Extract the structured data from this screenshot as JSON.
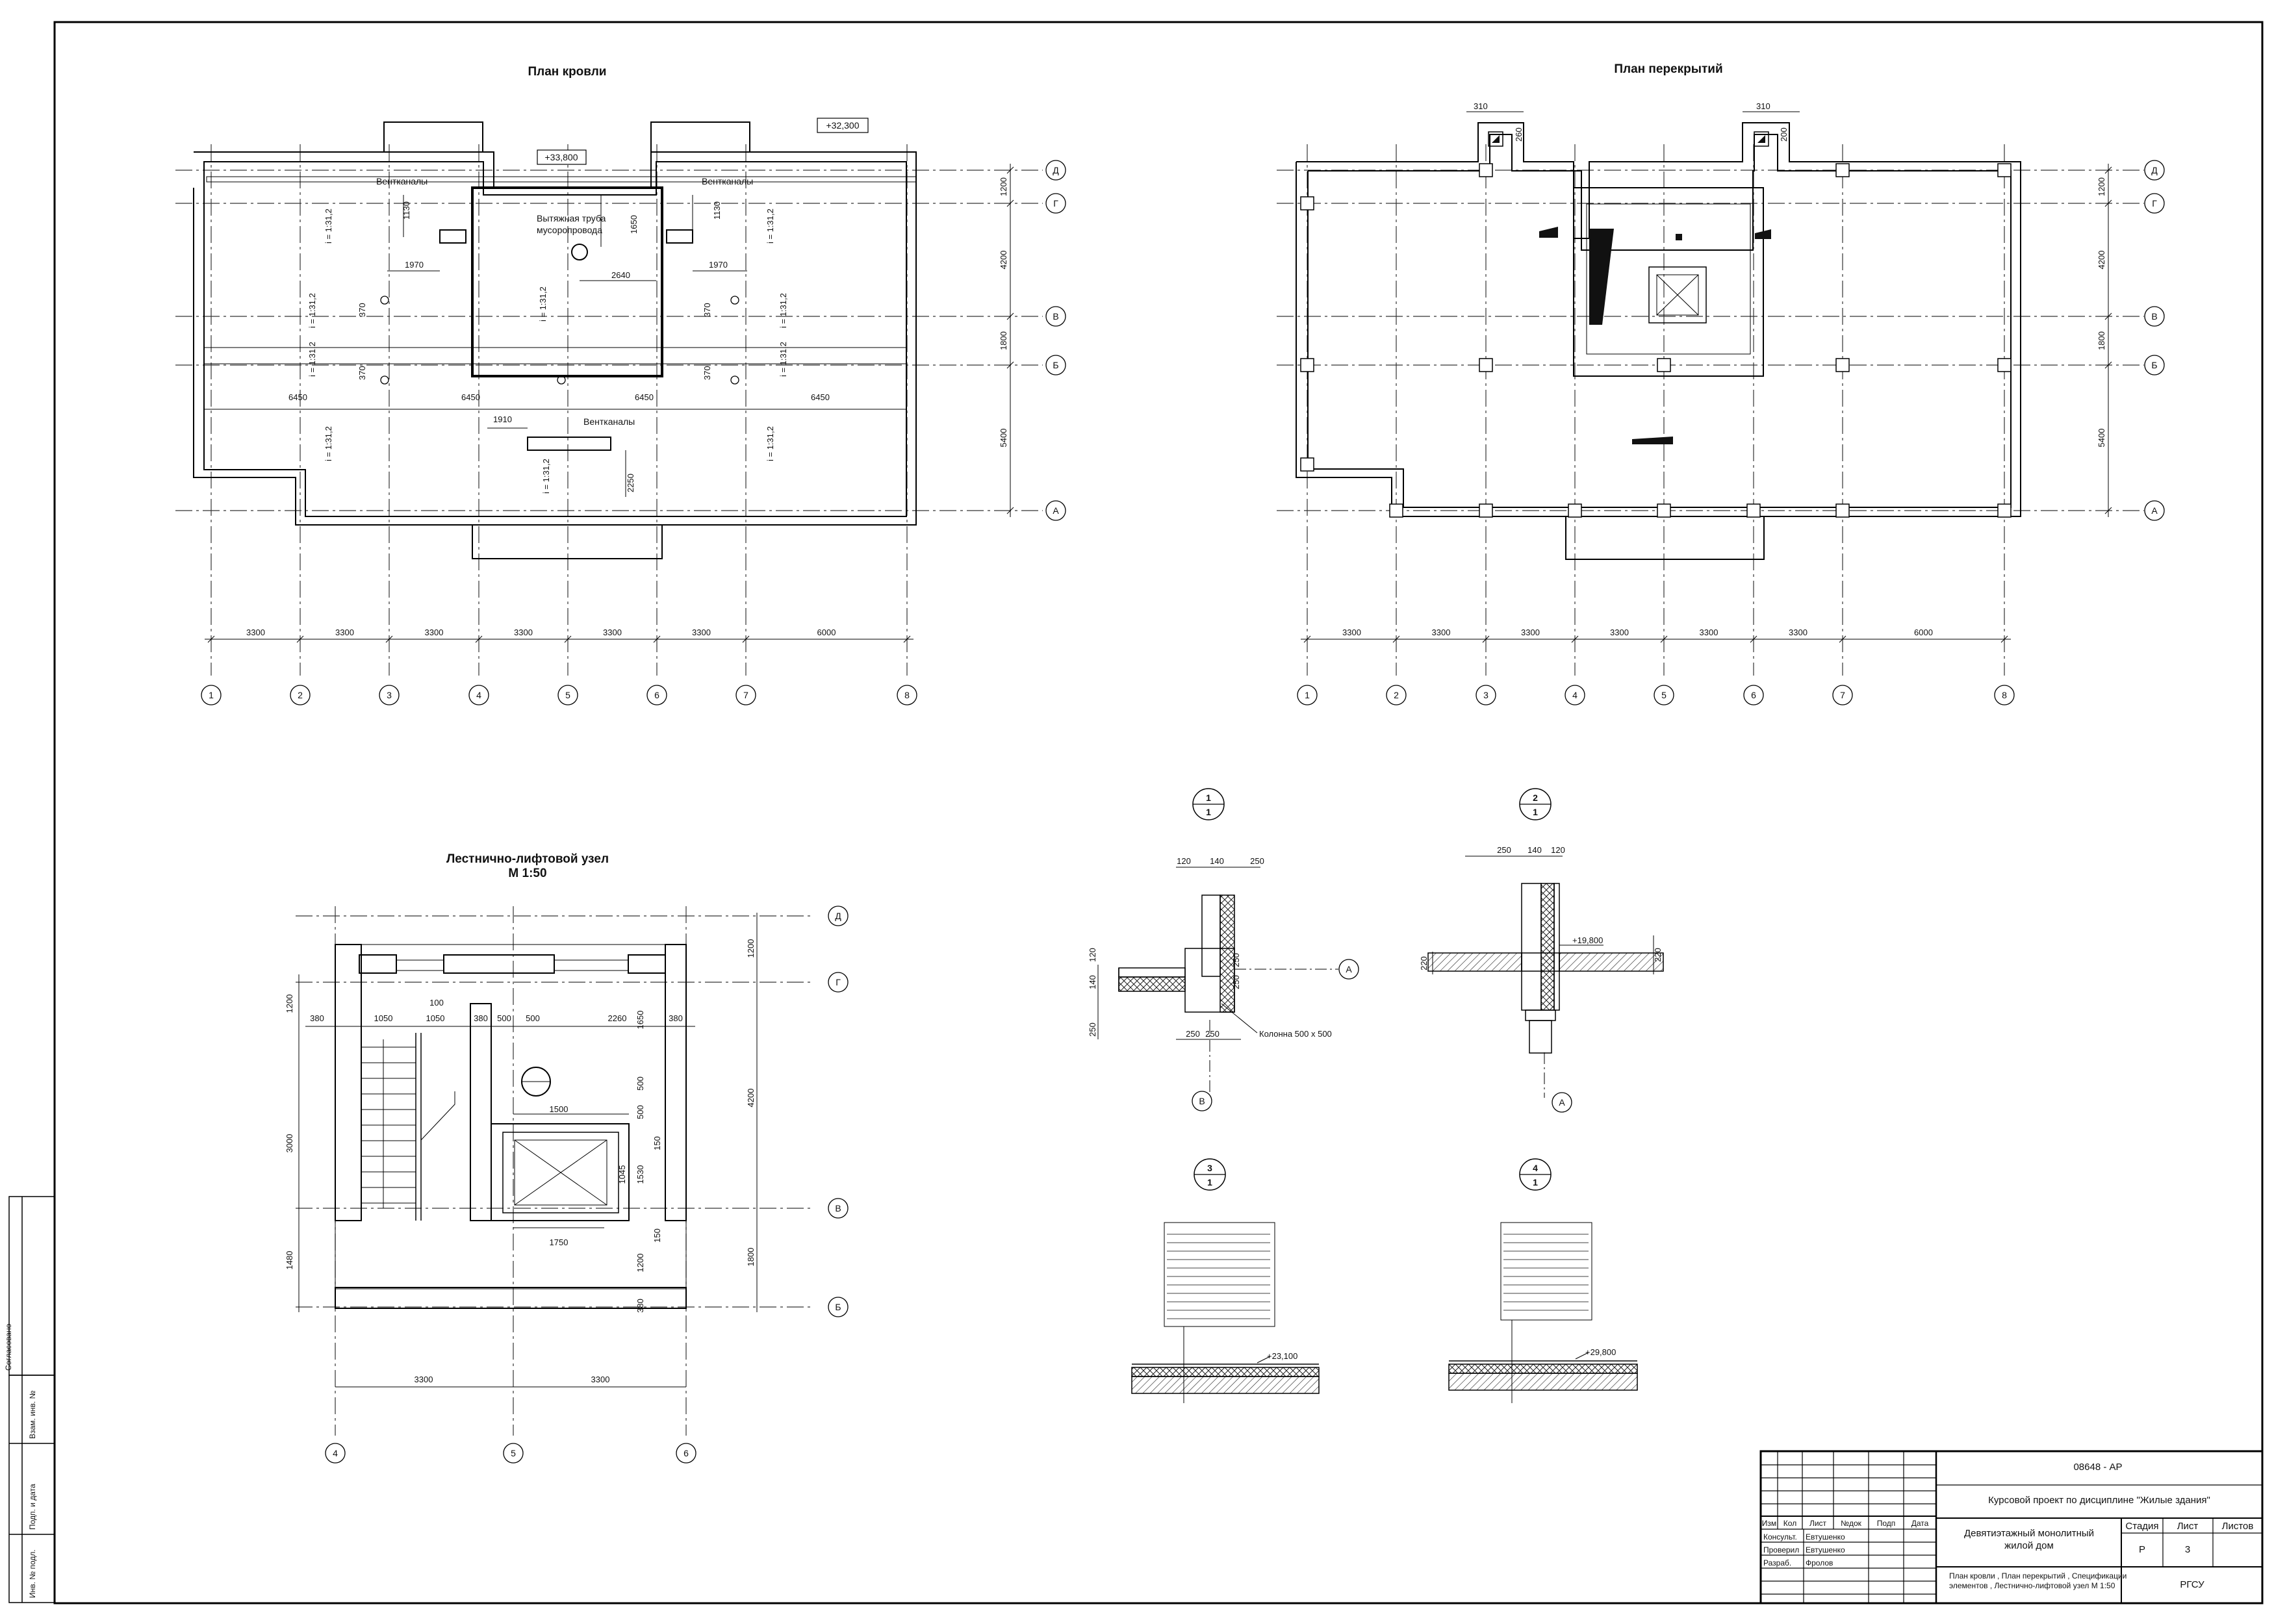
{
  "titles": {
    "roof_plan": "План кровли",
    "floor_plan": "План перекрытий",
    "stair_node": "Лестнично-лифтовой узел",
    "stair_scale": "М 1:50"
  },
  "axes": {
    "cols": [
      "1",
      "2",
      "3",
      "4",
      "5",
      "6",
      "7",
      "8"
    ],
    "rows": [
      "Д",
      "Г",
      "В",
      "Б",
      "А"
    ],
    "col_dims": [
      "3300",
      "3300",
      "3300",
      "3300",
      "3300",
      "3300",
      "6000"
    ],
    "row_dims": [
      "1200",
      "4200",
      "1800",
      "5400"
    ]
  },
  "roof": {
    "elev_top": "+33,800",
    "elev_main": "+32,300",
    "vent_label": "Вентканалы",
    "pipe_label_1": "Вытяжная труба",
    "pipe_label_2": "мусоропровода",
    "slope": "i = 1:31,2",
    "dims": {
      "d1130": "1130",
      "d1970": "1970",
      "d1650": "1650",
      "d2640": "2640",
      "d370": "370",
      "d6450": "6450",
      "d1910": "1910",
      "d2250": "2250"
    }
  },
  "floor": {
    "d310": "310",
    "d260": "260",
    "d200": "200"
  },
  "stair": {
    "rows": [
      "Д",
      "Г",
      "В",
      "Б"
    ],
    "cols": [
      "4",
      "5",
      "6"
    ],
    "dims": {
      "d100": "100",
      "d380": "380",
      "d1050": "1050",
      "d500": "500",
      "d2260": "2260",
      "d1650": "1650",
      "d1200": "1200",
      "d3000": "3000",
      "d1480": "1480",
      "d1500": "1500",
      "d1530": "1530",
      "d1045": "1045",
      "d150": "150",
      "d1750": "1750",
      "d4200": "4200",
      "d1800": "1800",
      "d3300": "3300"
    }
  },
  "sections": {
    "s11": {
      "num": "1",
      "sheet": "1",
      "axis_h": "А",
      "axis_v": "В",
      "note": "Колонна 500 х 500",
      "dims": [
        "120",
        "140",
        "250",
        "120",
        "140",
        "250",
        "250",
        "250",
        "250",
        "250"
      ]
    },
    "s21": {
      "num": "2",
      "sheet": "1",
      "axis": "А",
      "elev": "+19,800",
      "dims": [
        "250",
        "140",
        "120",
        "220",
        "220"
      ]
    },
    "s31": {
      "num": "3",
      "sheet": "1",
      "elev": "+23,100"
    },
    "s41": {
      "num": "4",
      "sheet": "1",
      "elev": "+29,800"
    }
  },
  "side": {
    "agreed": "Согласовано",
    "vzam": "Взам. инв. №",
    "podp": "Подп. и дата",
    "inv": "Инв. № подл."
  },
  "title_block": {
    "code": "08648 - АР",
    "course": "Курсовой проект по дисциплине \"Жилые здания\"",
    "building_1": "Девятиэтажный монолитный",
    "building_2": "жилой дом",
    "contents_1": "План кровли , План перекрытий , Спецификации",
    "contents_2": "элементов , Лестнично-лифтовой узел М 1:50",
    "org": "РГСУ",
    "hdr": [
      "Изм",
      "Кол",
      "Лист",
      "№док",
      "Подп",
      "Дата"
    ],
    "roles": [
      {
        "role": "Консульт.",
        "name": "Евтушенко"
      },
      {
        "role": "Проверил",
        "name": "Евтушенко"
      },
      {
        "role": "Разраб.",
        "name": "Фролов"
      }
    ],
    "stage_h": "Стадия",
    "sheet_h": "Лист",
    "sheets_h": "Листов",
    "stage": "Р",
    "sheet": "3"
  }
}
